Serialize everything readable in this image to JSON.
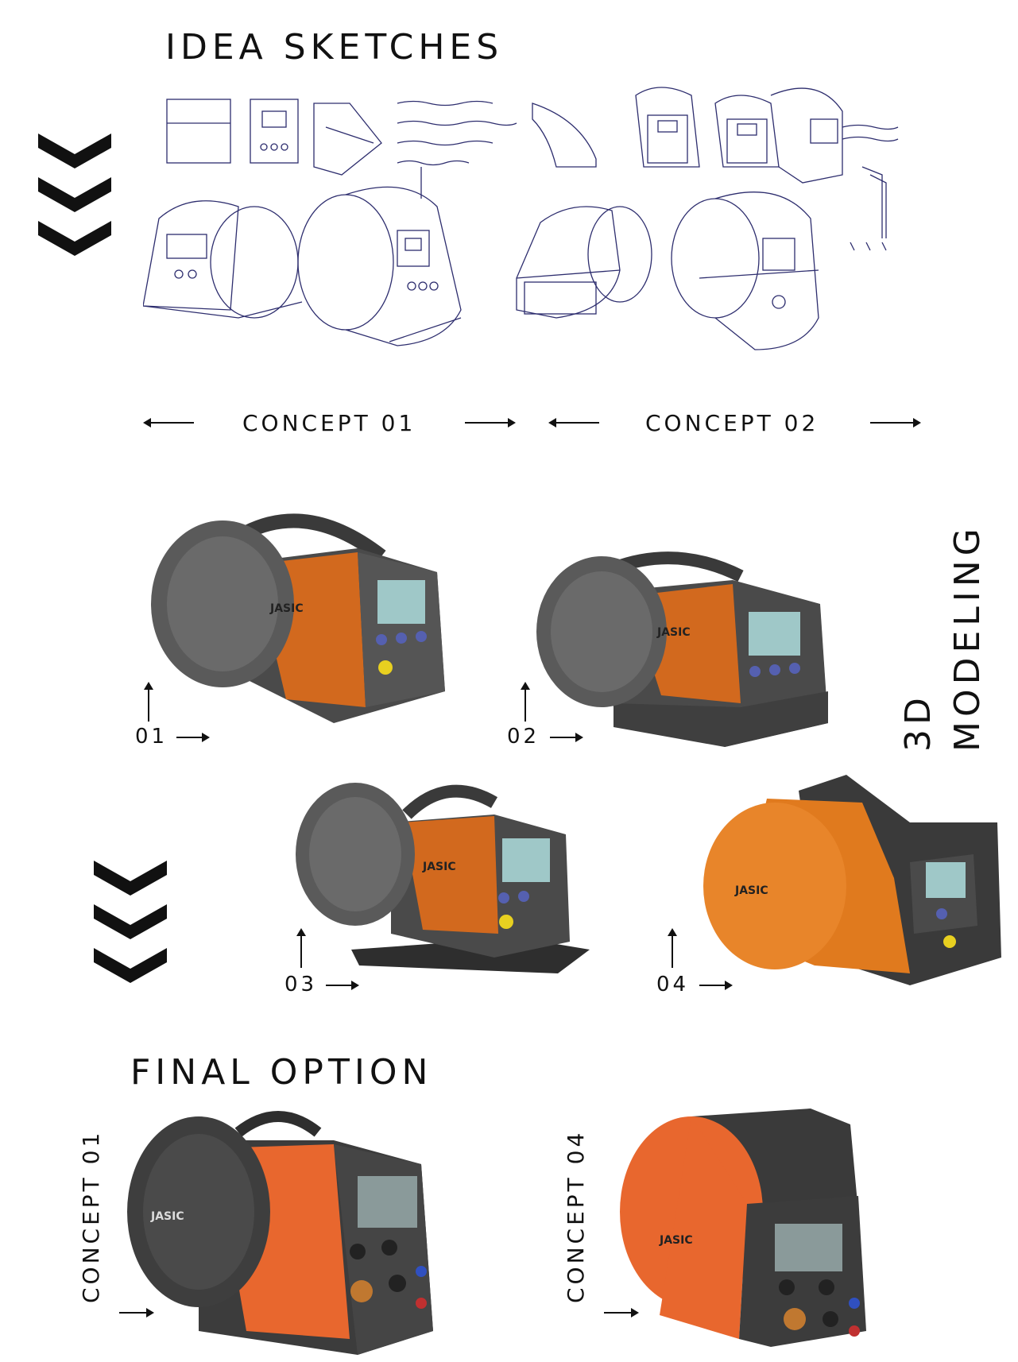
{
  "headings": {
    "idea_sketches": "IDEA SKETCHES",
    "modeling": "3D MODELING",
    "modeling_line1": "3D",
    "modeling_line2": "MODELING",
    "final_option": "FINAL OPTION"
  },
  "sketch_labels": {
    "concept_01": "CONCEPT 01",
    "concept_02": "CONCEPT 02"
  },
  "model_labels": {
    "m01": "01",
    "m02": "02",
    "m03": "03",
    "m04": "04"
  },
  "final_labels": {
    "concept_01": "CONCEPT 01",
    "concept_04": "CONCEPT 04"
  },
  "brand": "JASIC",
  "colors": {
    "accent_orange": "#d2691e",
    "bright_orange": "#e8672e",
    "dark_grey": "#4a4a4a",
    "screen": "#9fc8c8",
    "sketch_ink": "#2d2d6e"
  }
}
